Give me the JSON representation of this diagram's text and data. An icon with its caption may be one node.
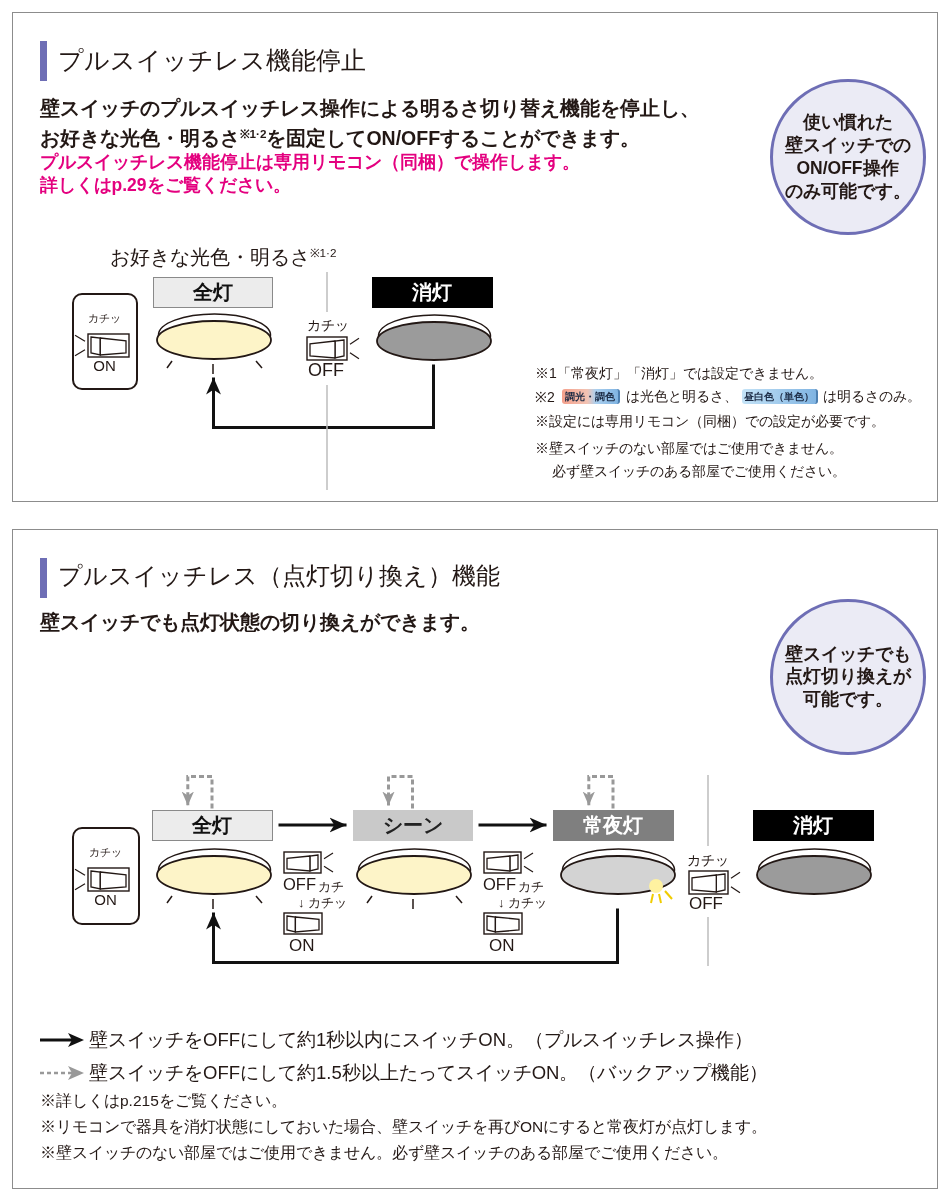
{
  "diagram": {
    "nodes": [
      {
        "text": [
          "プルスイッチレス機能停止",
          "壁スイッチのプルスイッチレス操作による明るさ切り替え機能を停止し、お好きな光色・明るさ$^{※1·2}$を固定してON/OFFすることができます。",
          "プルスイッチレス機能停止は専用リモコン（同梱）で操作します。詳しくはp.29をご覧ください。"
        ]
      },
      {
        "text": [
          "使い慣れた壁スイッチでのON/OFF操作のみ可能です。"
        ],
        "in": 0
      },
      {
        "text": [
          "カチッ",
          "ON"
        ],
        "in": 0
      },
      {
        "text": [
          "全灯"
        ],
        "in": 0,
        "beside": [
          "お好きな光色・明るさ$^{※1·2}$"
        ]
      },
      {
        "text": [
          "消灯"
        ],
        "in": 0
      },
      {
        "text": [],
        "shape": "ellipse",
        "in": 0
      },
      {
        "text": [],
        "shape": "ellipse",
        "in": 0
      },
      {
        "text": [
          "調光・調色"
        ],
        "in": 0,
        "beside": [
          "は光色と明るさ、"
        ]
      },
      {
        "text": [
          "昼白色（単色）"
        ],
        "in": 0,
        "beside": [
          "は明るさのみ。"
        ]
      },
      {
        "text": [
          "プルスイッチレス（点灯切り換え）機能",
          "壁スイッチでも点灯状態の切り換えができます。"
        ]
      },
      {
        "text": [
          "壁スイッチでも点灯切り換えが可能です。"
        ],
        "in": 9
      },
      {
        "text": [
          "カチッ",
          "ON"
        ],
        "in": 9
      },
      {
        "text": [
          "全灯"
        ],
        "in": 9
      },
      {
        "text": [
          "シーン"
        ],
        "in": 9
      },
      {
        "text": [
          "常夜灯"
        ],
        "in": 9
      },
      {
        "text": [
          "消灯"
        ],
        "in": 9
      },
      {
        "text": [],
        "shape": "ellipse",
        "in": 9
      },
      {
        "text": [],
        "shape": "ellipse",
        "in": 9
      },
      {
        "text": [],
        "shape": "ellipse",
        "in": 9
      },
      {
        "text": [],
        "shape": "ellipse",
        "in": 9
      }
    ],
    "edges": [
      {
        "from": 6,
        "to": 5,
        "arrow": "to"
      },
      {
        "from": 12,
        "to": 12,
        "arrow": "to",
        "style": "dashed",
        "color": "#999999"
      },
      {
        "from": 13,
        "to": 13,
        "arrow": "to",
        "style": "dashed",
        "color": "#999999"
      },
      {
        "from": 14,
        "to": 14,
        "arrow": "to",
        "style": "dashed",
        "color": "#999999"
      },
      {
        "from": 12,
        "to": 13,
        "arrow": "to"
      },
      {
        "from": 13,
        "to": 14,
        "arrow": "to"
      },
      {
        "from": 18,
        "to": 16,
        "arrow": "to"
      }
    ],
    "labels": [
      "カチッ",
      "OFF",
      "※1「常夜灯」「消灯」では設定できません。",
      "※2",
      "※設定には専用リモコン（同梱）での設定が必要です。",
      "※壁スイッチのない部屋ではご使用できません。必ず壁スイッチのある部屋でご使用ください。",
      "OFF",
      "カチ",
      "↓ カチッ",
      "ON",
      "OFF",
      "カチ",
      "↓ カチッ",
      "ON",
      "カチッ",
      "OFF",
      "※詳しくはp.215をご覧ください。",
      "※リモコンで器具を消灯状態にしておいた場合、壁スイッチを再びONにすると常夜灯が点灯します。",
      "※壁スイッチのない部屋ではご使用できません。必ず壁スイッチのある部屋でご使用ください。"
    ],
    "legend": [
      {
        "text": "壁スイッチをOFFにして約1秒以内にスイッチON。（プルスイッチレス操作）"
      },
      {
        "text": "壁スイッチをOFFにして約1.5秒以上たってスイッチON。（バックアップ機能）"
      }
    ]
  }
}
